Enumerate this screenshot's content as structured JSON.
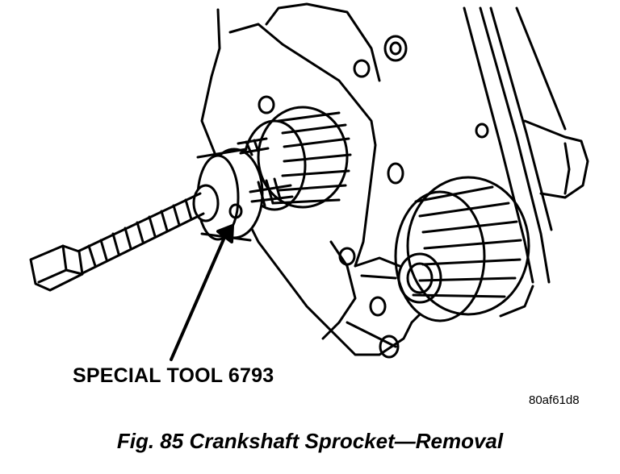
{
  "callout": {
    "label": "SPECIAL TOOL 6793"
  },
  "figure_id": "80af61d8",
  "caption": "Fig. 85 Crankshaft Sprocket—Removal",
  "colors": {
    "ink": "#000000",
    "paper": "#ffffff"
  }
}
